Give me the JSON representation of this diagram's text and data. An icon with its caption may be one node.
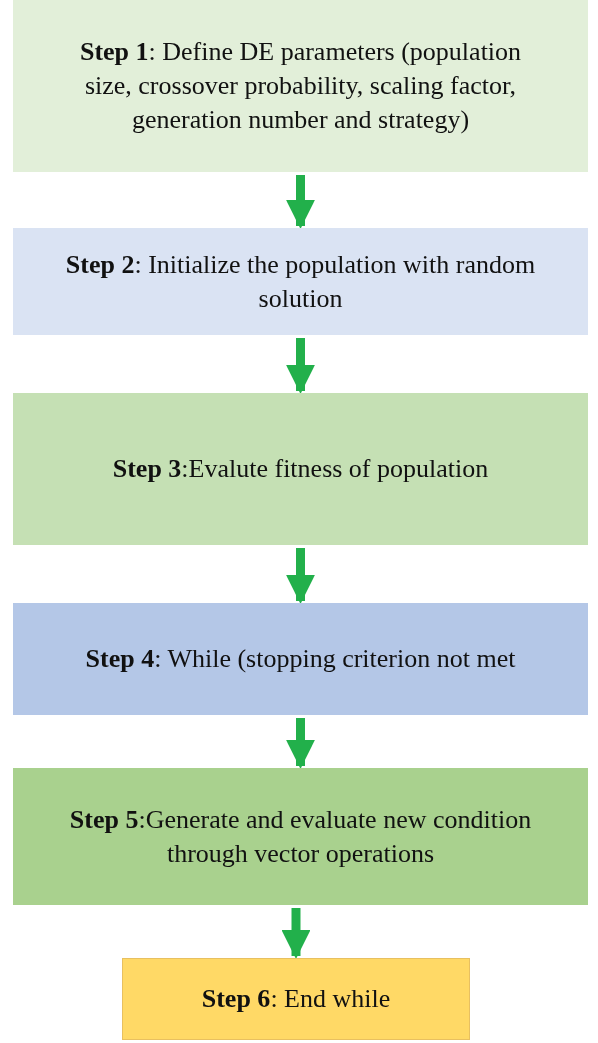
{
  "diagram": {
    "nodes": [
      {
        "text": [
          "**Step 1**: Define DE parameters (population size, crossover probability, scaling factor, generation number and strategy)"
        ]
      },
      {
        "text": [
          "**Step 2**: Initialize the population with random solution"
        ]
      },
      {
        "text": [
          "**Step 3**:Evalute fitness of population"
        ]
      },
      {
        "text": [
          "**Step 4**: While (stopping criterion not met"
        ]
      },
      {
        "text": [
          "**Step 5**:Generate and evaluate new condition through vector operations"
        ]
      },
      {
        "text": [
          "**Step 6**: End while"
        ]
      }
    ],
    "edges": [
      {
        "from": 0,
        "to": 1,
        "arrow": "to"
      },
      {
        "from": 1,
        "to": 2,
        "arrow": "to"
      },
      {
        "from": 2,
        "to": 3,
        "arrow": "to"
      },
      {
        "from": 3,
        "to": 4,
        "arrow": "to"
      },
      {
        "from": 4,
        "to": 5,
        "arrow": "to"
      }
    ]
  }
}
